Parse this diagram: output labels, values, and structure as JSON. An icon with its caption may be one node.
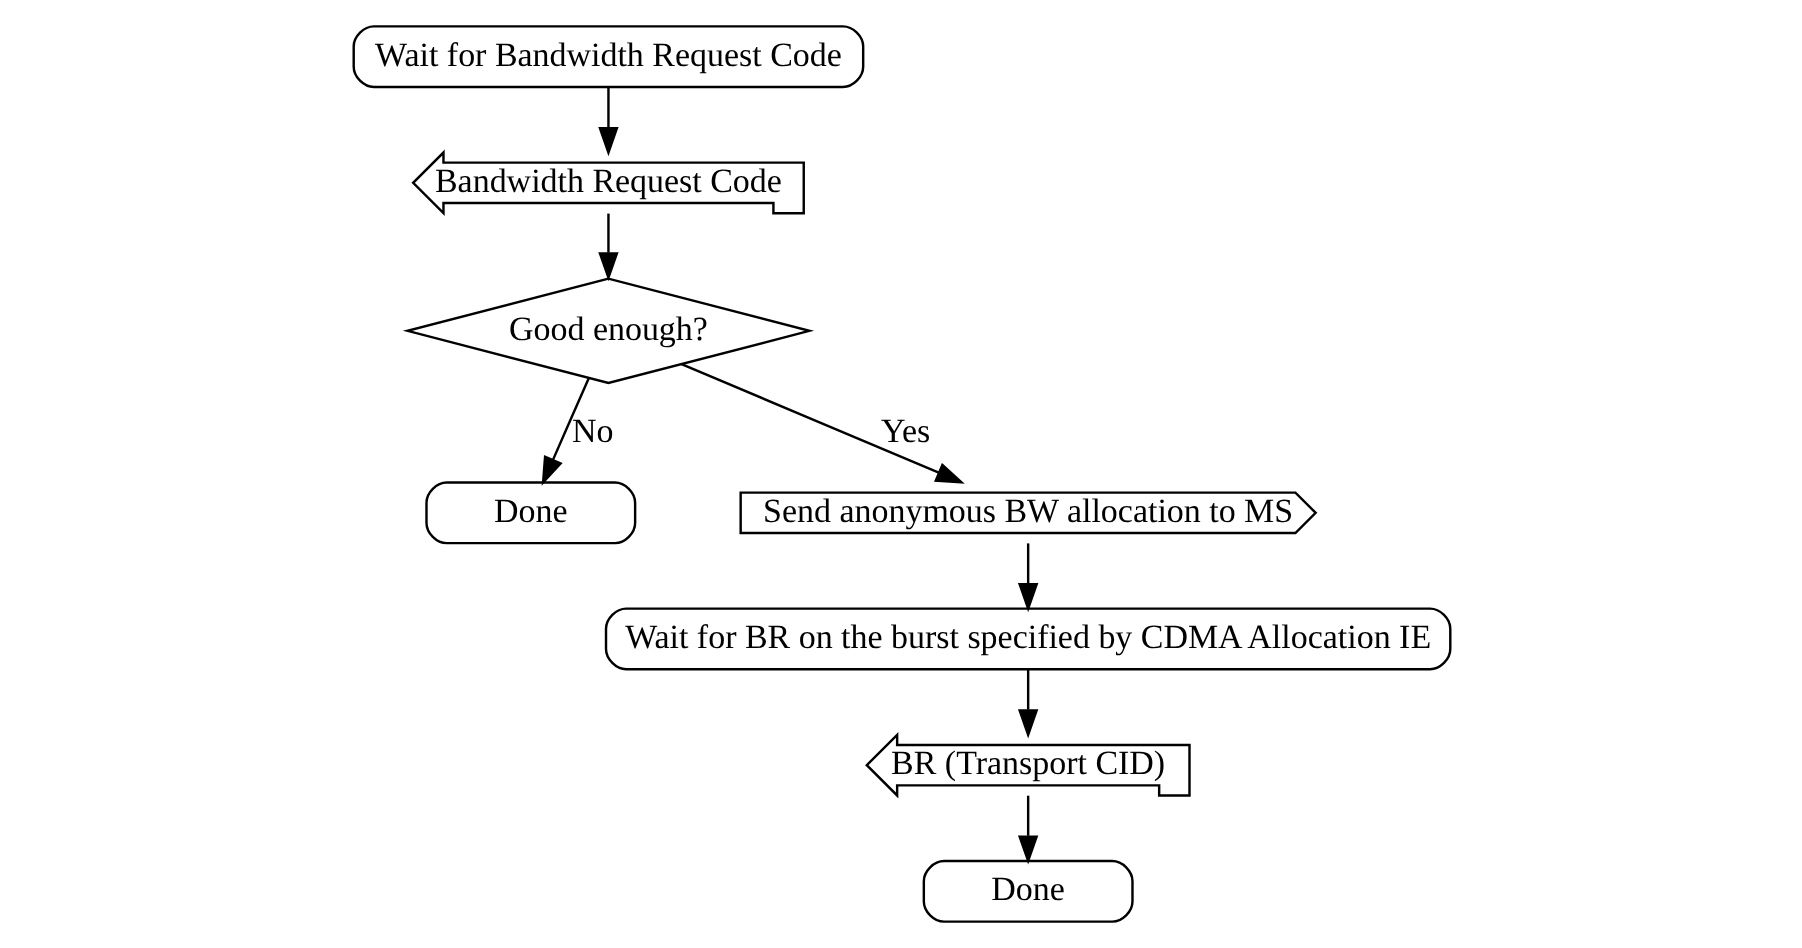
{
  "diagram": {
    "nodes": [
      {
        "text": [
          "Wait for Bandwidth Request Code"
        ]
      },
      {
        "text": [
          "Bandwidth Request Code"
        ]
      },
      {
        "text": [
          "Good enough?"
        ]
      },
      {
        "text": [
          "Done"
        ]
      },
      {
        "text": [
          "Send anonymous BW allocation to MS"
        ]
      },
      {
        "text": [
          "Wait for BR on the burst specified by CDMA Allocation IE"
        ]
      },
      {
        "text": [
          "BR (Transport CID)"
        ]
      },
      {
        "text": [
          "Done"
        ]
      }
    ],
    "edges": [
      {
        "from": 0,
        "to": 1,
        "arrow": "to"
      },
      {
        "from": 1,
        "to": 2,
        "arrow": "to"
      },
      {
        "from": 2,
        "to": 3,
        "arrow": "to",
        "label": "No"
      },
      {
        "from": 2,
        "to": 4,
        "arrow": "to",
        "label": "Yes"
      },
      {
        "from": 4,
        "to": 5,
        "arrow": "to"
      },
      {
        "from": 5,
        "to": 6,
        "arrow": "to"
      },
      {
        "from": 6,
        "to": 7,
        "arrow": "to"
      }
    ]
  }
}
